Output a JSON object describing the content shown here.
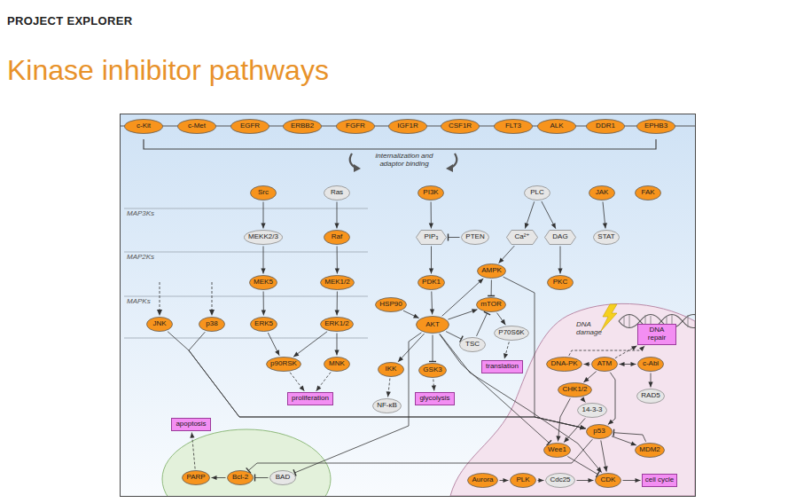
{
  "diagram": {
    "title": "Kinase inhibitor pathways",
    "nodes": [
      {
        "text": [
          "c-Kit"
        ]
      },
      {
        "text": [
          "c-Met"
        ]
      },
      {
        "text": [
          "EGFR"
        ]
      },
      {
        "text": [
          "ERBB2"
        ]
      },
      {
        "text": [
          "FGFR"
        ]
      },
      {
        "text": [
          "IGF1R"
        ]
      },
      {
        "text": [
          "CSF1R"
        ]
      },
      {
        "text": [
          "FLT3"
        ]
      },
      {
        "text": [
          "ALK"
        ]
      },
      {
        "text": [
          "DDR1"
        ]
      },
      {
        "text": [
          "EPHB3"
        ]
      },
      {
        "text": [
          "Src"
        ]
      },
      {
        "text": [
          "Ras"
        ]
      },
      {
        "text": [
          "PI3K"
        ]
      },
      {
        "text": [
          "PLC"
        ]
      },
      {
        "text": [
          "JAK"
        ]
      },
      {
        "text": [
          "FAK"
        ]
      },
      {
        "text": [
          "MEKK2/3"
        ]
      },
      {
        "text": [
          "Raf"
        ]
      },
      {
        "text": [
          "PIP₃"
        ]
      },
      {
        "text": [
          "PTEN"
        ]
      },
      {
        "text": [
          "Ca²⁺"
        ]
      },
      {
        "text": [
          "DAG"
        ]
      },
      {
        "text": [
          "STAT"
        ]
      },
      {
        "text": [
          "AMPK"
        ]
      },
      {
        "text": [
          "MEK5"
        ]
      },
      {
        "text": [
          "MEK1/2"
        ]
      },
      {
        "text": [
          "PDK1"
        ]
      },
      {
        "text": [
          "PKC"
        ]
      },
      {
        "text": [
          "HSP90"
        ]
      },
      {
        "text": [
          "mTOR"
        ]
      },
      {
        "text": [
          "JNK"
        ]
      },
      {
        "text": [
          "p38"
        ]
      },
      {
        "text": [
          "ERK5"
        ]
      },
      {
        "text": [
          "ERK1/2"
        ]
      },
      {
        "text": [
          "AKT"
        ]
      },
      {
        "text": [
          "P70S6K"
        ]
      },
      {
        "text": [
          "TSC"
        ]
      },
      {
        "text": [
          "DNA repair"
        ]
      },
      {
        "text": [
          "p90RSK"
        ]
      },
      {
        "text": [
          "MNK"
        ]
      },
      {
        "text": [
          "IKK"
        ]
      },
      {
        "text": [
          "GSK3"
        ]
      },
      {
        "text": [
          "translation"
        ]
      },
      {
        "text": [
          "DNA-PK"
        ]
      },
      {
        "text": [
          "ATM"
        ]
      },
      {
        "text": [
          "c-Abl"
        ]
      },
      {
        "text": [
          "proliferation"
        ]
      },
      {
        "text": [
          "NF-κB"
        ]
      },
      {
        "text": [
          "glycolysis"
        ]
      },
      {
        "text": [
          "CHK1/2"
        ]
      },
      {
        "text": [
          "RAD5"
        ]
      },
      {
        "text": [
          "14-3-3"
        ]
      },
      {
        "text": [
          "apoptosis"
        ]
      },
      {
        "text": [
          "p53"
        ]
      },
      {
        "text": [
          "Wee1"
        ]
      },
      {
        "text": [
          "MDM2"
        ]
      },
      {
        "text": [
          "PARP"
        ]
      },
      {
        "text": [
          "Bcl-2"
        ]
      },
      {
        "text": [
          "BAD"
        ]
      },
      {
        "text": [
          "Aurora"
        ]
      },
      {
        "text": [
          "PLK"
        ]
      },
      {
        "text": [
          "Cdc25"
        ]
      },
      {
        "text": [
          "CDK"
        ]
      },
      {
        "text": [
          "cell cycle"
        ]
      }
    ],
    "edges": [
      {
        "from": 11,
        "to": 17,
        "arrow": "to"
      },
      {
        "from": 12,
        "to": 18,
        "arrow": "to"
      },
      {
        "from": 13,
        "to": 19,
        "arrow": "to"
      },
      {
        "from": 20,
        "to": 19,
        "arrow": "to"
      },
      {
        "from": 14,
        "to": 21,
        "arrow": "to"
      },
      {
        "from": 14,
        "to": 22,
        "arrow": "to"
      },
      {
        "from": 15,
        "to": 23,
        "arrow": "to"
      },
      {
        "from": 17,
        "to": 25,
        "arrow": "to"
      },
      {
        "from": 18,
        "to": 26,
        "arrow": "to"
      },
      {
        "from": 19,
        "to": 27,
        "arrow": "to"
      },
      {
        "from": 21,
        "to": 24,
        "arrow": "to"
      },
      {
        "from": 22,
        "to": 28,
        "arrow": "to"
      },
      {
        "from": 25,
        "to": 33,
        "arrow": "to"
      },
      {
        "from": 26,
        "to": 34,
        "arrow": "to"
      },
      {
        "from": 27,
        "to": 35,
        "arrow": "to"
      },
      {
        "from": 24,
        "to": 30,
        "arrow": "to"
      },
      {
        "from": 29,
        "to": 35,
        "arrow": "to"
      },
      {
        "from": 35,
        "to": 30,
        "arrow": "to"
      },
      {
        "from": 35,
        "to": 24,
        "arrow": "to"
      },
      {
        "from": 30,
        "to": 36,
        "arrow": "to"
      },
      {
        "from": 35,
        "to": 37,
        "arrow": "to"
      },
      {
        "from": 37,
        "to": 30,
        "arrow": "to"
      },
      {
        "from": 36,
        "to": 43,
        "arrow": "to"
      },
      {
        "from": 35,
        "to": 41,
        "arrow": "to"
      },
      {
        "from": 35,
        "to": 42,
        "arrow": "to"
      },
      {
        "from": 41,
        "to": 48,
        "arrow": "to"
      },
      {
        "from": 42,
        "to": 49,
        "arrow": "to"
      },
      {
        "from": 33,
        "to": 39,
        "arrow": "to"
      },
      {
        "from": 34,
        "to": 39,
        "arrow": "to"
      },
      {
        "from": 34,
        "to": 40,
        "arrow": "to"
      },
      {
        "from": 39,
        "to": 47,
        "arrow": "to"
      },
      {
        "from": 40,
        "to": 47,
        "arrow": "to"
      },
      {
        "from": 31,
        "to": 54,
        "arrow": "to"
      },
      {
        "from": 32,
        "to": 54,
        "arrow": "to"
      },
      {
        "from": 24,
        "to": 54,
        "arrow": "to"
      },
      {
        "from": 35,
        "to": 59,
        "arrow": "to"
      },
      {
        "from": 59,
        "to": 58,
        "arrow": "to"
      },
      {
        "from": 58,
        "to": 57,
        "arrow": "to"
      },
      {
        "from": 57,
        "to": 53,
        "arrow": "to"
      },
      {
        "from": 54,
        "to": 58,
        "arrow": "to"
      },
      {
        "from": 35,
        "to": 55,
        "arrow": "to"
      },
      {
        "from": 35,
        "to": 63,
        "arrow": "to"
      },
      {
        "from": 44,
        "to": 38,
        "arrow": "to"
      },
      {
        "from": 45,
        "to": 38,
        "arrow": "to"
      },
      {
        "from": 45,
        "to": 44,
        "arrow": "to"
      },
      {
        "from": 46,
        "to": 45,
        "arrow": "both"
      },
      {
        "from": 46,
        "to": 51,
        "arrow": "to"
      },
      {
        "from": 45,
        "to": 50,
        "arrow": "to"
      },
      {
        "from": 45,
        "to": 54,
        "arrow": "to"
      },
      {
        "from": 50,
        "to": 52,
        "arrow": "to"
      },
      {
        "from": 52,
        "to": 55,
        "arrow": "to"
      },
      {
        "from": 50,
        "to": 55,
        "arrow": "to"
      },
      {
        "from": 54,
        "to": 56,
        "arrow": "to"
      },
      {
        "from": 56,
        "to": 54,
        "arrow": "to"
      },
      {
        "from": 54,
        "to": 63,
        "arrow": "to"
      },
      {
        "from": 55,
        "to": 63,
        "arrow": "to"
      },
      {
        "from": 60,
        "to": 61,
        "arrow": "to"
      },
      {
        "from": 61,
        "to": 62,
        "arrow": "to"
      },
      {
        "from": 62,
        "to": 63,
        "arrow": "to"
      },
      {
        "from": 63,
        "to": 64,
        "arrow": "to"
      }
    ],
    "labels": [
      "PROJECT EXPLORER",
      "MAP3Ks",
      "MAP2Ks",
      "MAPKs",
      "internalization and adaptor binding",
      "DNA damage"
    ]
  }
}
